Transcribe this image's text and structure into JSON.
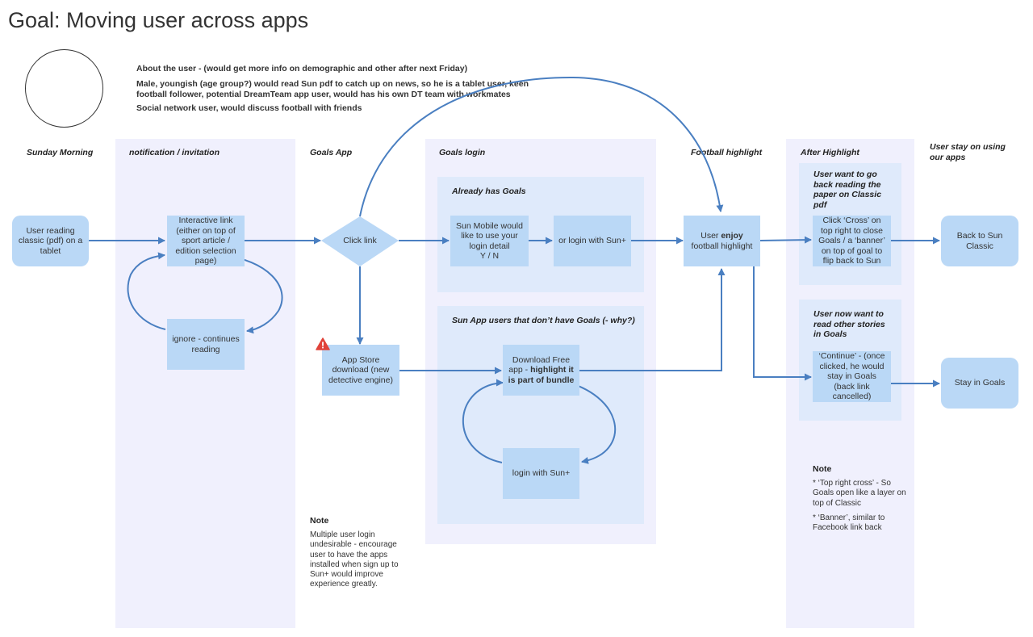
{
  "page_title": "Goal: Moving user across apps",
  "about": {
    "line1": "About the user - (would get more info on demographic and other after next Friday)",
    "line2": "Male, youngish (age group?) would read Sun pdf to catch up on news, so he is a tablet user, keen football follower, potential DreamTeam app user, would has his own DT team with workmates",
    "line3": "Social network user, would discuss football with friends"
  },
  "columns": {
    "sunday": "Sunday Morning",
    "notification": "notification / invitation",
    "goals_app": "Goals App",
    "goals_login": "Goals login",
    "football_highlight": "Football highlight",
    "after_highlight": "After Highlight",
    "user_stay": "User stay on using our apps"
  },
  "groups": {
    "already_has_goals": "Already has Goals",
    "sun_app_users": "Sun App users that don’t have Goals (- why?)",
    "back_reading": "User want to go back reading the paper on Classic pdf",
    "other_stories": "User now want to read other stories in Goals"
  },
  "nodes": {
    "user_reading": "User reading classic (pdf) on a tablet",
    "interactive_link": "Interactive link (either on top of sport article  / edition selection page)",
    "ignore": "ignore - continues reading",
    "click_link": "Click link",
    "app_store": "App Store download (new detective engine)",
    "sun_mobile": "Sun Mobile would like to use your login detail\nY / N",
    "or_login": "or login with Sun+",
    "download_free_pre": "Download Free app - ",
    "download_free_bold": "highlight it is part of bundle",
    "login_sun": "login with Sun+",
    "user_enjoy_pre": "User ",
    "user_enjoy_bold": "enjoy",
    "user_enjoy_post": " football highlight",
    "click_cross": "Click ‘Cross’ on top right to close Goals / a ‘banner’ on top of goal to flip back to Sun",
    "continue": "‘Continue’ - (once clicked, he would stay in Goals (back link cancelled)",
    "back_to_sun": "Back to Sun Classic",
    "stay_in_goals": "Stay in Goals"
  },
  "notes": {
    "left_title": "Note",
    "left_body": "Multiple user login undesirable - encourage user to have the apps installed when sign up to Sun+ would improve experience greatly.",
    "right_title": "Note",
    "right_body1": "* ‘Top right cross’ - So Goals open like a layer on top of Classic",
    "right_body2": "* ‘Banner’, similar to Facebook link back"
  },
  "colors": {
    "node": "#bad8f6",
    "lane": "#f0f0fd",
    "group": "#dfeafb",
    "edge": "#4a7fc1",
    "warning": "#e0433a"
  },
  "icons": {
    "warning": "warning-icon"
  }
}
